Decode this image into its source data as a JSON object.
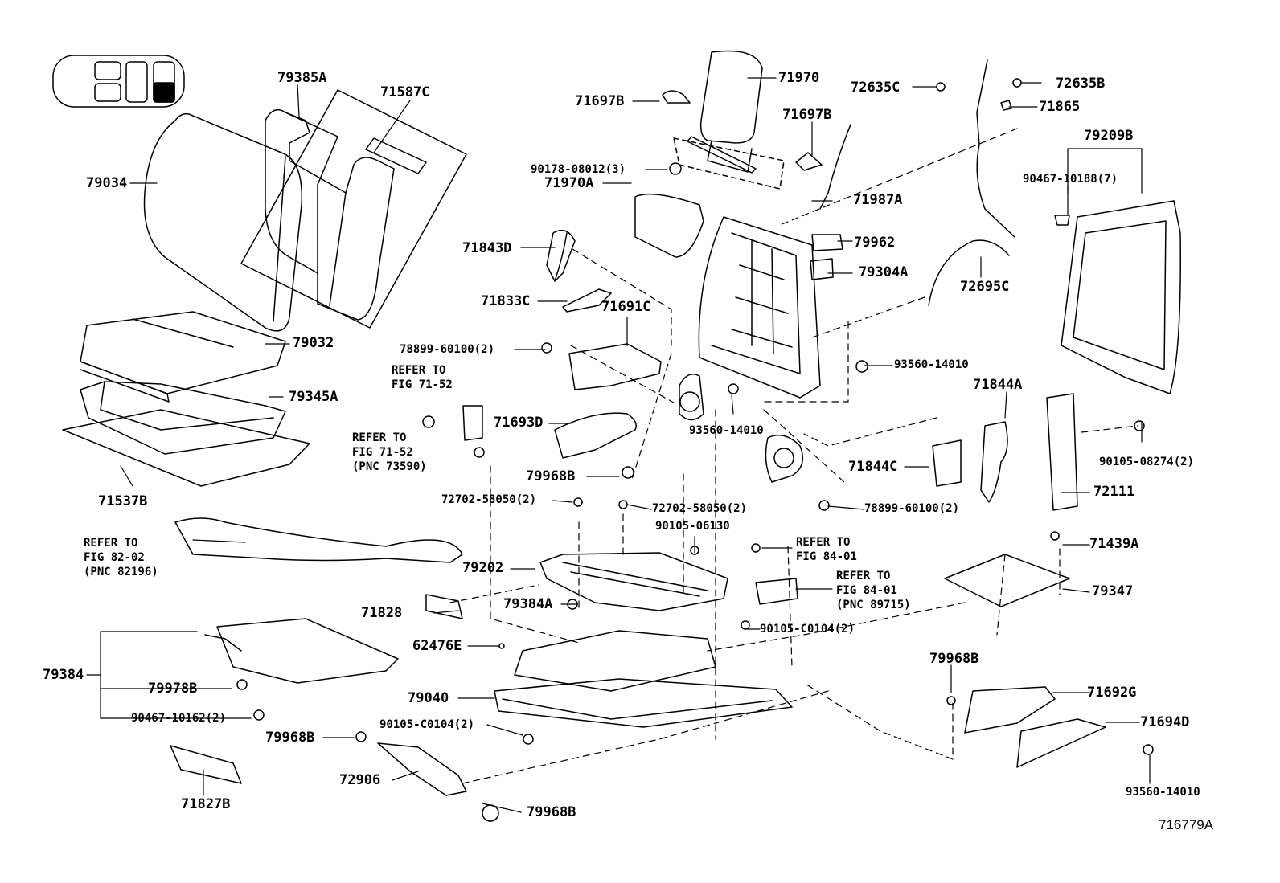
{
  "illustration_id": "716779A",
  "seat_indicator": {
    "icon": "seat-position-indicator-icon",
    "highlighted_position": "rear-right"
  },
  "parts": [
    {
      "id": "p-79385A",
      "text": "79385A"
    },
    {
      "id": "p-71587C",
      "text": "71587C"
    },
    {
      "id": "p-79034",
      "text": "79034"
    },
    {
      "id": "p-79032",
      "text": "79032"
    },
    {
      "id": "p-79345A",
      "text": "79345A"
    },
    {
      "id": "p-71537B",
      "text": "71537B"
    },
    {
      "id": "p-71970",
      "text": "71970"
    },
    {
      "id": "p-71697B-a",
      "text": "71697B"
    },
    {
      "id": "p-71697B-b",
      "text": "71697B"
    },
    {
      "id": "p-90178-08012",
      "text": "90178-08012(3)"
    },
    {
      "id": "p-71987A",
      "text": "71987A"
    },
    {
      "id": "p-71970A",
      "text": "71970A"
    },
    {
      "id": "p-79962",
      "text": "79962"
    },
    {
      "id": "p-79304A",
      "text": "79304A"
    },
    {
      "id": "p-72635C",
      "text": "72635C"
    },
    {
      "id": "p-72635B",
      "text": "72635B"
    },
    {
      "id": "p-71865",
      "text": "71865"
    },
    {
      "id": "p-79209B",
      "text": "79209B"
    },
    {
      "id": "p-90467-10188",
      "text": "90467-10188(7)"
    },
    {
      "id": "p-72695C",
      "text": "72695C"
    },
    {
      "id": "p-71843D",
      "text": "71843D"
    },
    {
      "id": "p-71833C",
      "text": "71833C"
    },
    {
      "id": "p-71691C",
      "text": "71691C"
    },
    {
      "id": "p-78899-60100-a",
      "text": "78899-60100(2)"
    },
    {
      "id": "p-93560-14010-a",
      "text": "93560-14010"
    },
    {
      "id": "p-93560-14010-b",
      "text": "93560-14010"
    },
    {
      "id": "p-71844A",
      "text": "71844A"
    },
    {
      "id": "p-71693D",
      "text": "71693D"
    },
    {
      "id": "p-79968B-a",
      "text": "79968B"
    },
    {
      "id": "p-71844C",
      "text": "71844C"
    },
    {
      "id": "p-90105-08274",
      "text": "90105-08274(2)"
    },
    {
      "id": "p-72111",
      "text": "72111"
    },
    {
      "id": "p-72702-58050-a",
      "text": "72702-58050(2)"
    },
    {
      "id": "p-72702-58050-b",
      "text": "72702-58050(2)"
    },
    {
      "id": "p-78899-60100-b",
      "text": "78899-60100(2)"
    },
    {
      "id": "p-90105-06130",
      "text": "90105-06130"
    },
    {
      "id": "p-71439A",
      "text": "71439A"
    },
    {
      "id": "p-79202",
      "text": "79202"
    },
    {
      "id": "p-79347",
      "text": "79347"
    },
    {
      "id": "p-71828",
      "text": "71828"
    },
    {
      "id": "p-79384A",
      "text": "79384A"
    },
    {
      "id": "p-90105-C0104-a",
      "text": "90105-C0104(2)"
    },
    {
      "id": "p-62476E",
      "text": "62476E"
    },
    {
      "id": "p-79384",
      "text": "79384"
    },
    {
      "id": "p-79978B",
      "text": "79978B"
    },
    {
      "id": "p-90467-10162",
      "text": "90467-10162(2)"
    },
    {
      "id": "p-79040",
      "text": "79040"
    },
    {
      "id": "p-90105-C0104-b",
      "text": "90105-C0104(2)"
    },
    {
      "id": "p-79968B-b",
      "text": "79968B"
    },
    {
      "id": "p-72906",
      "text": "72906"
    },
    {
      "id": "p-79968B-c",
      "text": "79968B"
    },
    {
      "id": "p-71827B",
      "text": "71827B"
    },
    {
      "id": "p-79968B-d",
      "text": "79968B"
    },
    {
      "id": "p-71692G",
      "text": "71692G"
    },
    {
      "id": "p-71694D",
      "text": "71694D"
    },
    {
      "id": "p-93560-14010-c",
      "text": "93560-14010"
    }
  ],
  "references": [
    {
      "id": "r-71-52-a",
      "lines": [
        "REFER TO",
        "FIG 71-52"
      ]
    },
    {
      "id": "r-71-52-b",
      "lines": [
        "REFER TO",
        "FIG 71-52",
        "(PNC 73590)"
      ]
    },
    {
      "id": "r-82-02",
      "lines": [
        "REFER TO",
        "FIG 82-02",
        "(PNC 82196)"
      ]
    },
    {
      "id": "r-84-01-a",
      "lines": [
        "REFER TO",
        "FIG 84-01"
      ]
    },
    {
      "id": "r-84-01-b",
      "lines": [
        "REFER TO",
        "FIG 84-01",
        "(PNC 89715)"
      ]
    }
  ]
}
